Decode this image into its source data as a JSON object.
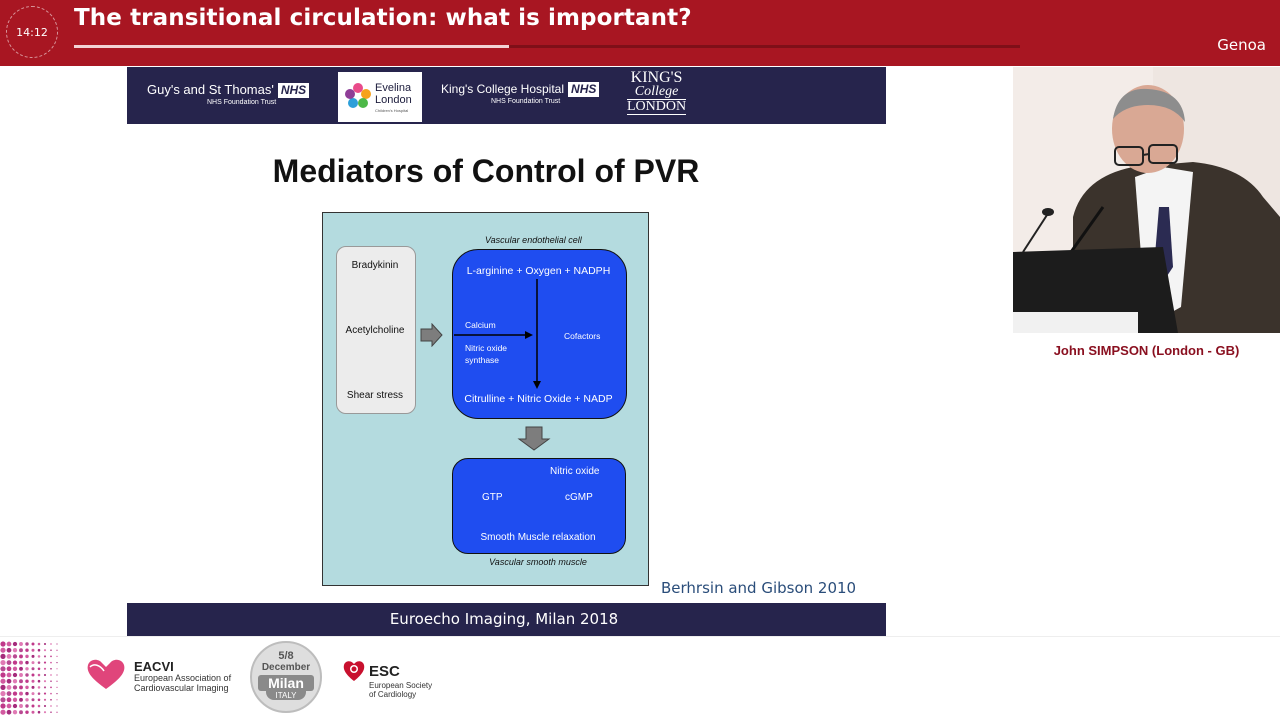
{
  "header": {
    "clock": "14:12",
    "title": "The transitional circulation: what is important?",
    "room": "Genoa",
    "progress": 0.46
  },
  "slide": {
    "logos": {
      "guys_line1": "Guy's and St Thomas'",
      "guys_nhs": "NHS",
      "guys_line2": "NHS Foundation Trust",
      "evelina_line1": "Evelina",
      "evelina_line2": "London",
      "evelina_line3": "Children's Hospital",
      "kings_hosp_line1": "King's College Hospital",
      "kings_hosp_nhs": "NHS",
      "kings_hosp_line2": "NHS Foundation Trust",
      "kcl_line1": "KING'S",
      "kcl_line2": "College",
      "kcl_line3": "LONDON"
    },
    "heading": "Mediators of Control of PVR",
    "diagram": {
      "endothelial_label": "Vascular endothelial cell",
      "mediators": [
        "Bradykinin",
        "Acetylcholine",
        "Shear stress"
      ],
      "reactants": "L-arginine + Oxygen + NADPH",
      "calcium": "Calcium",
      "enzyme_line1": "Nitric oxide",
      "enzyme_line2": "synthase",
      "cofactors": "Cofactors",
      "products": "Citrulline + Nitric Oxide + NADP",
      "nitric_oxide": "Nitric oxide",
      "gtp": "GTP",
      "cgmp": "cGMP",
      "relaxation": "Smooth Muscle relaxation",
      "smooth_muscle_label": "Vascular smooth muscle"
    },
    "citation": "Berhrsin and Gibson 2010",
    "footer": "Euroecho Imaging,  Milan 2018"
  },
  "speaker": {
    "name": "John SIMPSON (London - GB)"
  },
  "bottom_bar": {
    "eacvi_title": "EACVI",
    "eacvi_line1": "European Association of",
    "eacvi_line2": "Cardiovascular Imaging",
    "date_line1": "5/8",
    "date_line2": "December",
    "date_line3": "Milan",
    "date_line4": "ITALY",
    "esc_title": "ESC",
    "esc_line1": "European Society",
    "esc_line2": "of Cardiology"
  },
  "colors": {
    "header_red": "#a81622",
    "slide_band": "#26244c",
    "diagram_bg": "#b4dbdf",
    "diagram_blue": "#1f4df0",
    "speaker_name": "#8a1020"
  }
}
